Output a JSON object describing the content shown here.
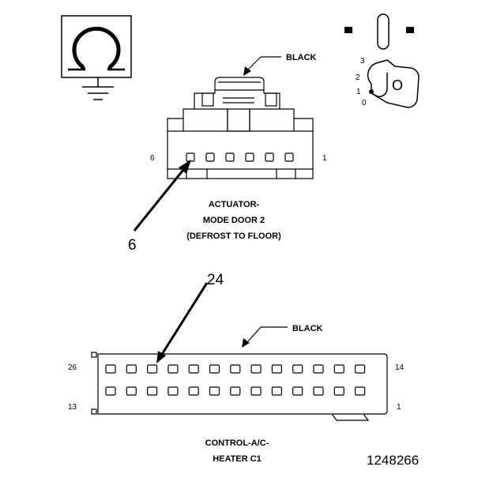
{
  "figure_id": "1248266",
  "ohmmeter_symbol": "ohm-symbol",
  "ignition": {
    "positions": [
      "3",
      "2",
      "1",
      "0"
    ],
    "key_letter": "O"
  },
  "actuator_connector": {
    "color_label": "BLACK",
    "name_lines": [
      "ACTUATOR-",
      "MODE DOOR 2",
      "(DEFROST TO FLOOR)"
    ],
    "pin_left": "6",
    "pin_right": "1",
    "pointer_label": "6",
    "cavity_count": 6
  },
  "control_connector": {
    "color_label": "BLACK",
    "name_lines": [
      "CONTROL-A/C-",
      "HEATER C1"
    ],
    "pin_top_left": "26",
    "pin_bottom_left": "13",
    "pin_top_right": "14",
    "pin_bottom_right": "1",
    "pointer_label": "24",
    "cavities_per_row": 13
  }
}
